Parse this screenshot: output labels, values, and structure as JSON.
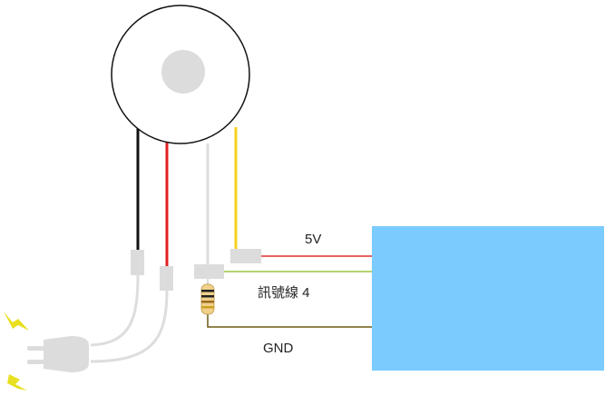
{
  "labels": {
    "power": "5V",
    "signal": "訊號線 4",
    "ground": "GND"
  },
  "colors": {
    "wire_black": "#111111",
    "wire_red": "#e02020",
    "wire_white": "#dddddd",
    "wire_yellow": "#f7d11e",
    "line_5v": "#e03030",
    "line_signal": "#9bc53d",
    "line_gnd": "#6b5a12",
    "controller": "#7ccbff",
    "connector": "#dcdcdc",
    "lightning": "#e8e020"
  },
  "icons": {
    "motor": "fan-motor-icon",
    "plug": "power-plug-icon",
    "spark": "lightning-icon",
    "resistor": "resistor-icon",
    "board": "controller-board"
  }
}
